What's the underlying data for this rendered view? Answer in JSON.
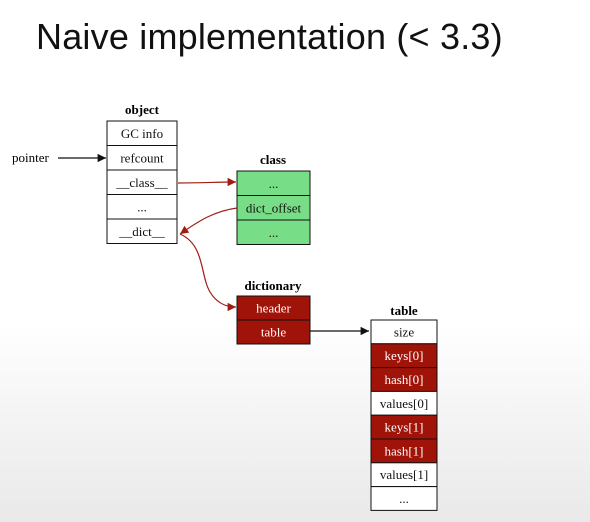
{
  "slide": {
    "title": "Naive implementation (< 3.3)"
  },
  "diagram": {
    "pointer_label": "pointer",
    "object": {
      "label": "object",
      "cells": [
        "GC info",
        "refcount",
        "__class__",
        "...",
        "__dict__"
      ]
    },
    "class": {
      "label": "class",
      "cells": [
        "...",
        "dict_offset",
        "..."
      ]
    },
    "dictionary": {
      "label": "dictionary",
      "cells": [
        "header",
        "table"
      ]
    },
    "table": {
      "label": "table",
      "cells": [
        "size",
        "keys[0]",
        "hash[0]",
        "values[0]",
        "keys[1]",
        "hash[1]",
        "values[1]",
        "..."
      ]
    },
    "colors": {
      "class_fill": "#77dd86",
      "dict_fill": "#a01308",
      "table_red_fill": "#a01308",
      "white_fill": "#ffffff",
      "edge_red": "#a01b12",
      "edge_black": "#111111"
    }
  }
}
